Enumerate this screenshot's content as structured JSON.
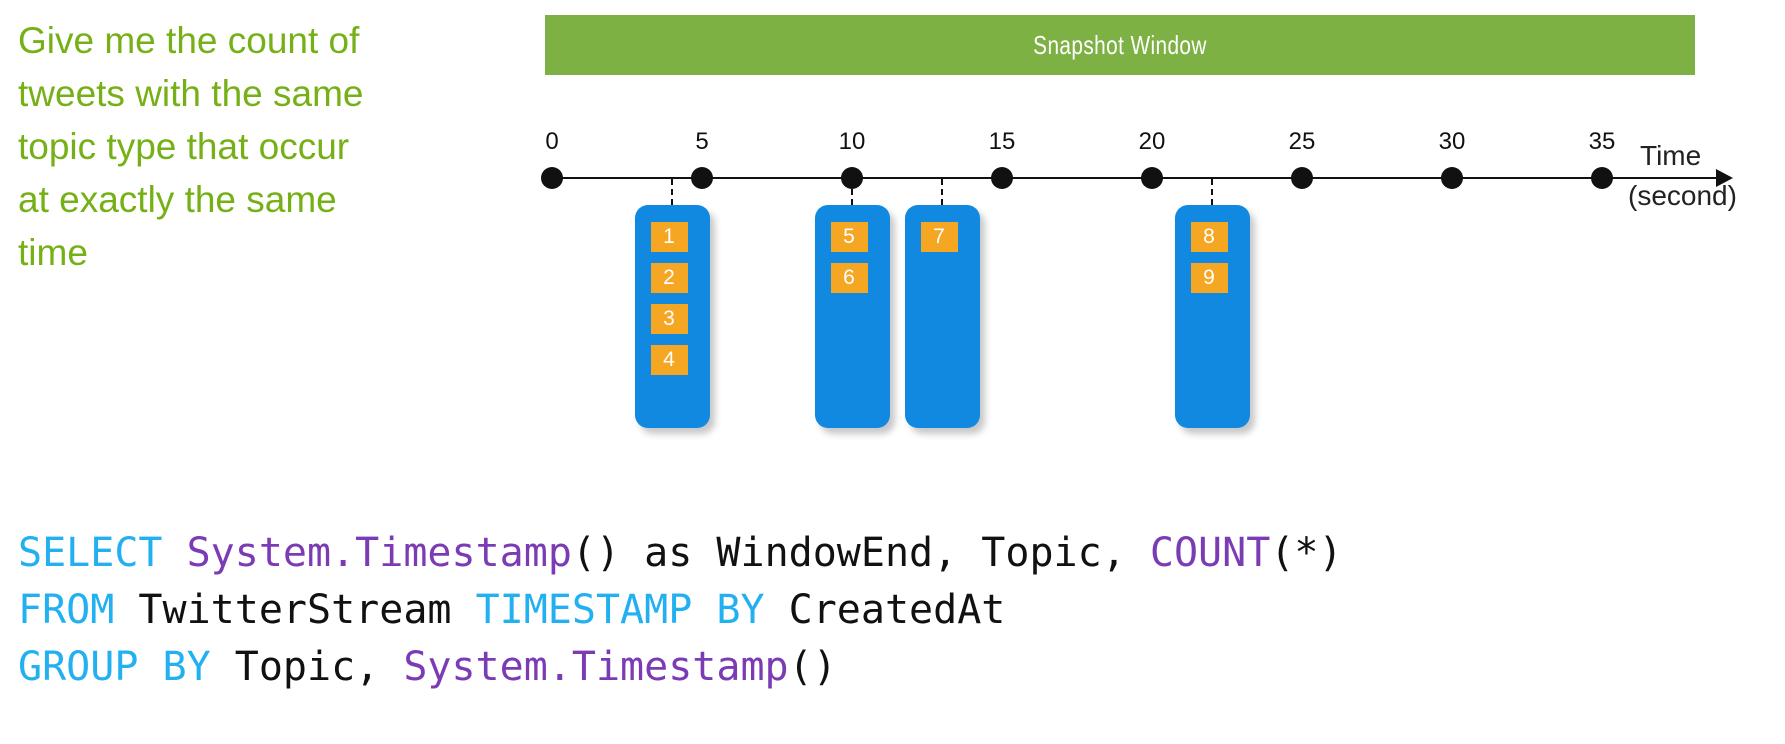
{
  "caption": {
    "lines": [
      "Give me the count of",
      "tweets with the same",
      "topic type that occur",
      "at exactly the same",
      "time"
    ],
    "color": "#76b017"
  },
  "window_bar": {
    "label": "Snapshot Window",
    "fill": "#7db143",
    "text_color": "#ffffff"
  },
  "timeline": {
    "axis_name": "Time",
    "axis_unit": "(second)",
    "ticks": [
      {
        "label": "0",
        "value": 0
      },
      {
        "label": "5",
        "value": 5
      },
      {
        "label": "10",
        "value": 10
      },
      {
        "label": "15",
        "value": 15
      },
      {
        "label": "20",
        "value": 20
      },
      {
        "label": "25",
        "value": 25
      },
      {
        "label": "30",
        "value": 30
      },
      {
        "label": "35",
        "value": 35
      }
    ],
    "axis_min": 0,
    "axis_max": 35,
    "dot_color": "#111111"
  },
  "events": {
    "box_fill": "#1289e0",
    "tile_fill": "#f5a623",
    "tile_text_color": "#ffffff",
    "groups": [
      {
        "name": "group-1",
        "time": 4,
        "tiles": [
          "1",
          "2",
          "3",
          "4"
        ]
      },
      {
        "name": "group-2",
        "time": 10,
        "tiles": [
          "5",
          "6"
        ]
      },
      {
        "name": "group-3",
        "time": 13,
        "tiles": [
          "7"
        ]
      },
      {
        "name": "group-4",
        "time": 22,
        "tiles": [
          "8",
          "9"
        ]
      }
    ]
  },
  "sql": {
    "colors": {
      "keyword": "#22b0f0",
      "function": "#7b3bb5",
      "identifier": "#111111"
    },
    "lines": [
      [
        {
          "t": "SELECT",
          "c": "kw"
        },
        {
          "t": " ",
          "c": "id"
        },
        {
          "t": "System.Timestamp",
          "c": "fn"
        },
        {
          "t": "() as WindowEnd, Topic, ",
          "c": "id"
        },
        {
          "t": "COUNT",
          "c": "fn"
        },
        {
          "t": "(*)",
          "c": "id"
        }
      ],
      [
        {
          "t": "FROM",
          "c": "kw"
        },
        {
          "t": " TwitterStream ",
          "c": "id"
        },
        {
          "t": "TIMESTAMP BY",
          "c": "kw"
        },
        {
          "t": " CreatedAt",
          "c": "id"
        }
      ],
      [
        {
          "t": "GROUP BY",
          "c": "kw"
        },
        {
          "t": " Topic, ",
          "c": "id"
        },
        {
          "t": "System.Timestamp",
          "c": "fn"
        },
        {
          "t": "()",
          "c": "id"
        }
      ]
    ]
  }
}
